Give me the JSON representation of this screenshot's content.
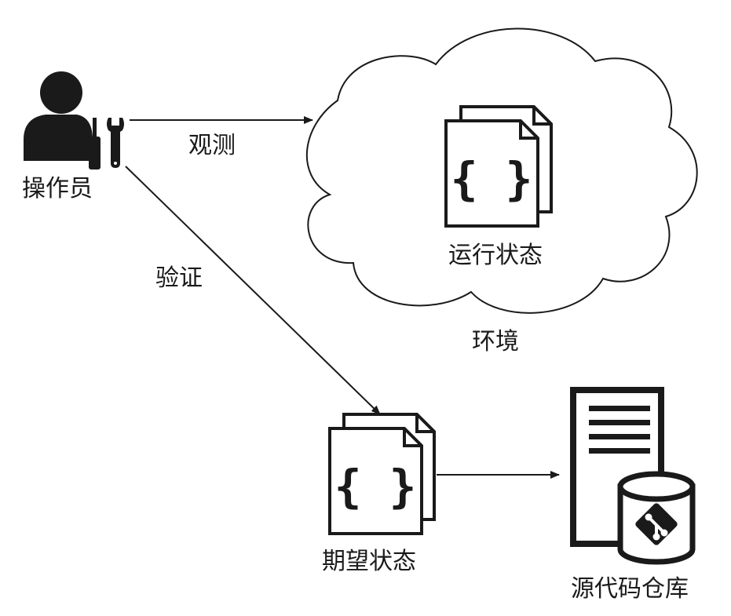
{
  "labels": {
    "operator": "操作员",
    "observe": "观测",
    "verify": "验证",
    "runtime_state": "运行状态",
    "environment": "环境",
    "desired_state": "期望状态",
    "source_repo": "源代码仓库"
  },
  "document_glyph": "{ }",
  "icons": {
    "operator": "person-with-tools-icon",
    "environment": "cloud-icon",
    "state_files": "config-document-icon",
    "repository": "server-git-icon"
  },
  "colors": {
    "stroke": "#1a1a1a",
    "background": "#ffffff"
  }
}
